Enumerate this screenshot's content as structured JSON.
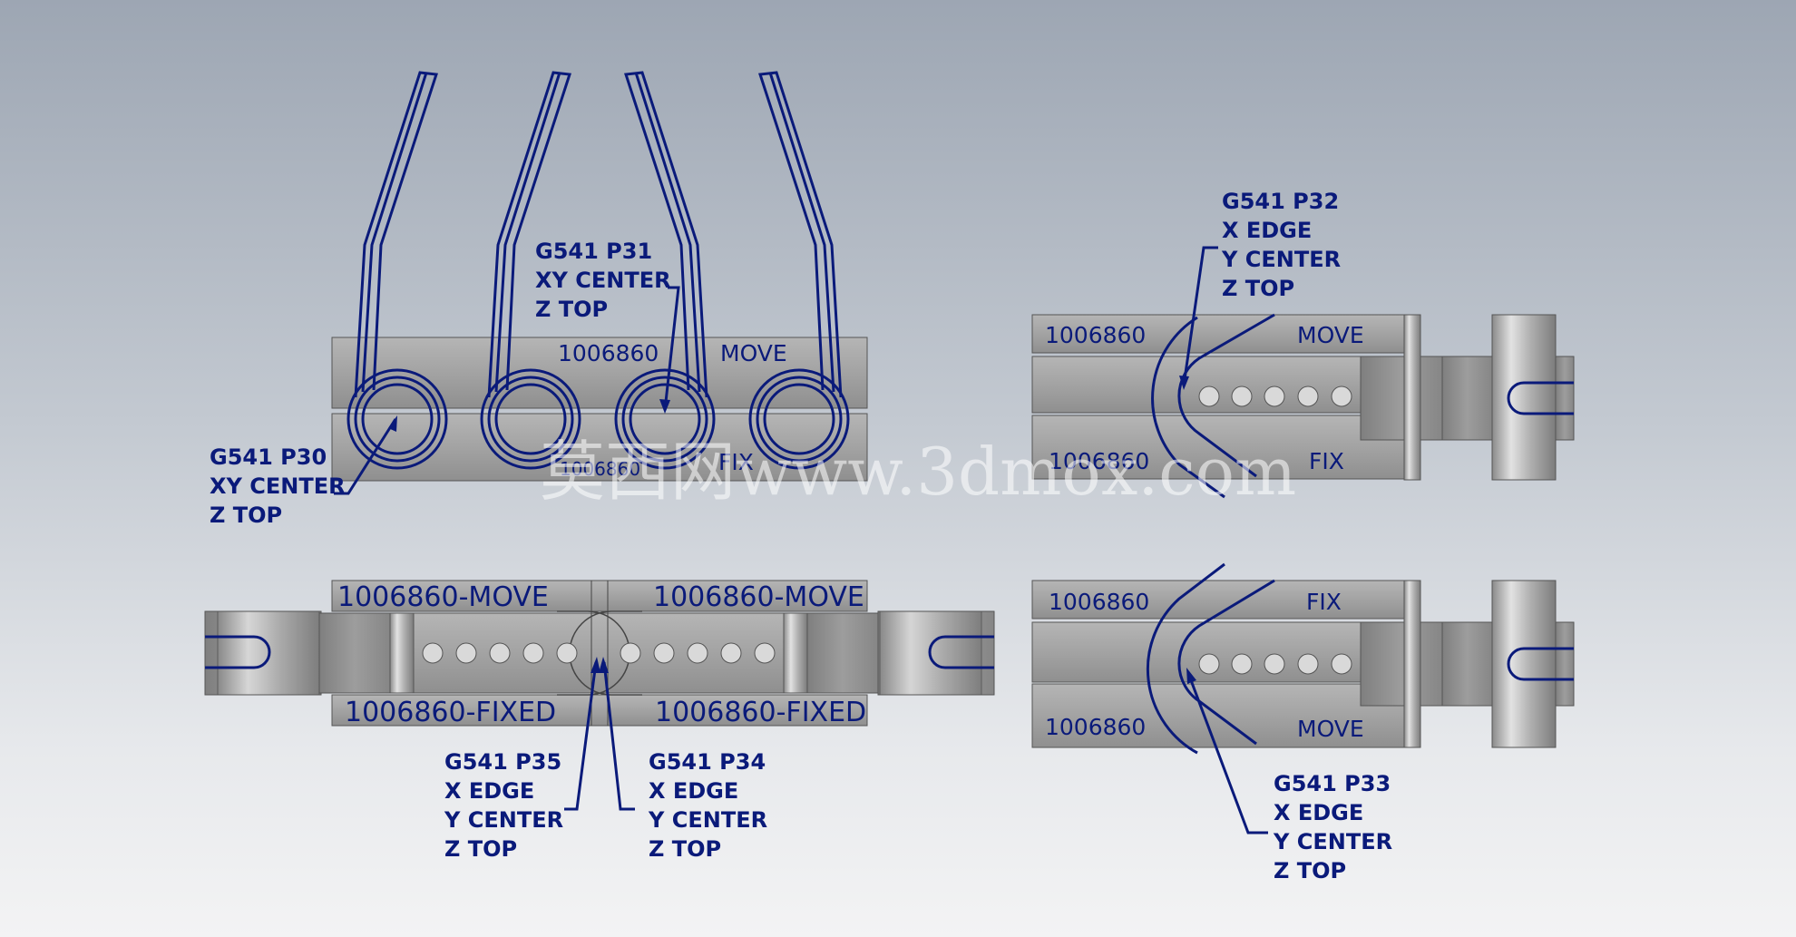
{
  "colors": {
    "ink": "#0a1a7a",
    "steel": "#9c9c9c",
    "steel_dark": "#7e7e7e",
    "steel_light": "#c9c9c9"
  },
  "top_left": {
    "plate_upper_part": "1006860",
    "plate_upper_tag": "MOVE",
    "plate_lower_part": "1006860",
    "plate_lower_tag": "FIX",
    "callout_p31": [
      "G541 P31",
      "XY CENTER",
      "Z TOP"
    ],
    "callout_p30": [
      "G541 P30",
      "XY CENTER",
      "Z TOP"
    ]
  },
  "top_right": {
    "plate_upper_part": "1006860",
    "plate_upper_tag": "MOVE",
    "plate_lower_part": "1006860",
    "plate_lower_tag": "FIX",
    "callout_p32": [
      "G541 P32",
      "X EDGE",
      "Y CENTER",
      "Z TOP"
    ]
  },
  "bottom_left": {
    "left_upper": "1006860-MOVE",
    "right_upper": "1006860-MOVE",
    "left_lower": "1006860-FIXED",
    "right_lower": "1006860-FIXED",
    "callout_p35": [
      "G541 P35",
      "X EDGE",
      "Y CENTER",
      "Z TOP"
    ],
    "callout_p34": [
      "G541 P34",
      "X EDGE",
      "Y CENTER",
      "Z TOP"
    ]
  },
  "bottom_right": {
    "plate_upper_part": "1006860",
    "plate_upper_tag": "FIX",
    "plate_lower_part": "1006860",
    "plate_lower_tag": "MOVE",
    "callout_p33": [
      "G541 P33",
      "X EDGE",
      "Y CENTER",
      "Z TOP"
    ]
  },
  "watermark": "莫西网www.3dmox.com"
}
